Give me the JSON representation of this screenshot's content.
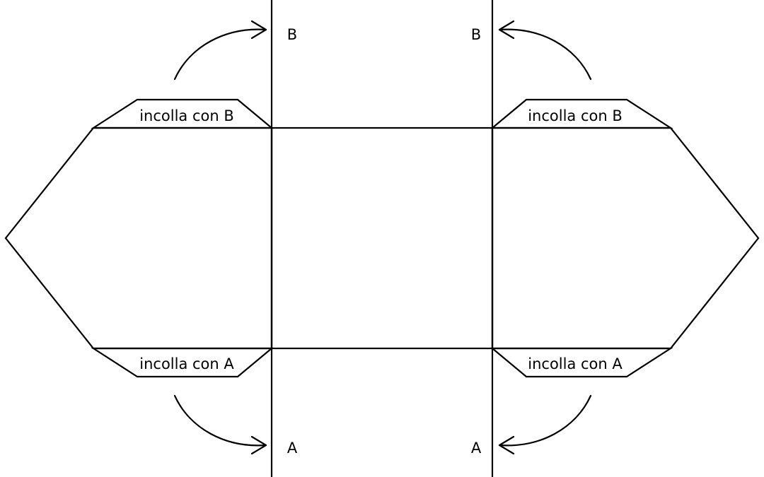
{
  "flaps": {
    "top_left": "incolla con B",
    "top_right": "incolla con B",
    "bottom_left": "incolla con A",
    "bottom_right": "incolla con A"
  },
  "letters": {
    "top_left": "B",
    "top_right": "B",
    "bottom_left": "A",
    "bottom_right": "A"
  },
  "colors": {
    "stroke": "#000000",
    "background": "#ffffff"
  }
}
